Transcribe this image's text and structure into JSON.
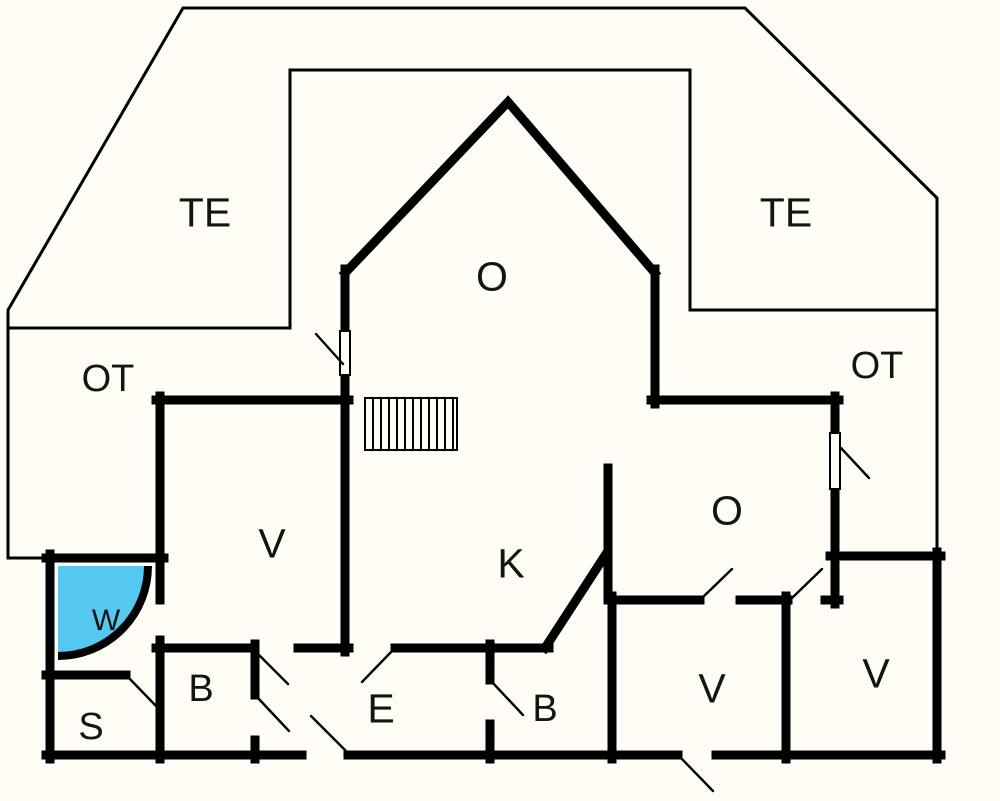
{
  "page": {
    "background": "#fffdf5"
  },
  "colors": {
    "wall": "#000000",
    "line": "#000000",
    "shower_fill": "#55c8f0",
    "window_fill": "#fffdf5"
  },
  "plan": {
    "rooms": [
      {
        "id": "room-te-left",
        "label": "TE"
      },
      {
        "id": "room-te-right",
        "label": "TE"
      },
      {
        "id": "room-ot-left",
        "label": "OT"
      },
      {
        "id": "room-ot-right",
        "label": "OT"
      },
      {
        "id": "room-o-gable",
        "label": "O"
      },
      {
        "id": "room-o-right",
        "label": "O"
      },
      {
        "id": "room-v-upper",
        "label": "V"
      },
      {
        "id": "room-k",
        "label": "K"
      },
      {
        "id": "room-w",
        "label": "W"
      },
      {
        "id": "room-b-left",
        "label": "B"
      },
      {
        "id": "room-s",
        "label": "S"
      },
      {
        "id": "room-e",
        "label": "E"
      },
      {
        "id": "room-b-right",
        "label": "B"
      },
      {
        "id": "room-v-middle",
        "label": "V"
      },
      {
        "id": "room-v-right",
        "label": "V"
      }
    ]
  }
}
